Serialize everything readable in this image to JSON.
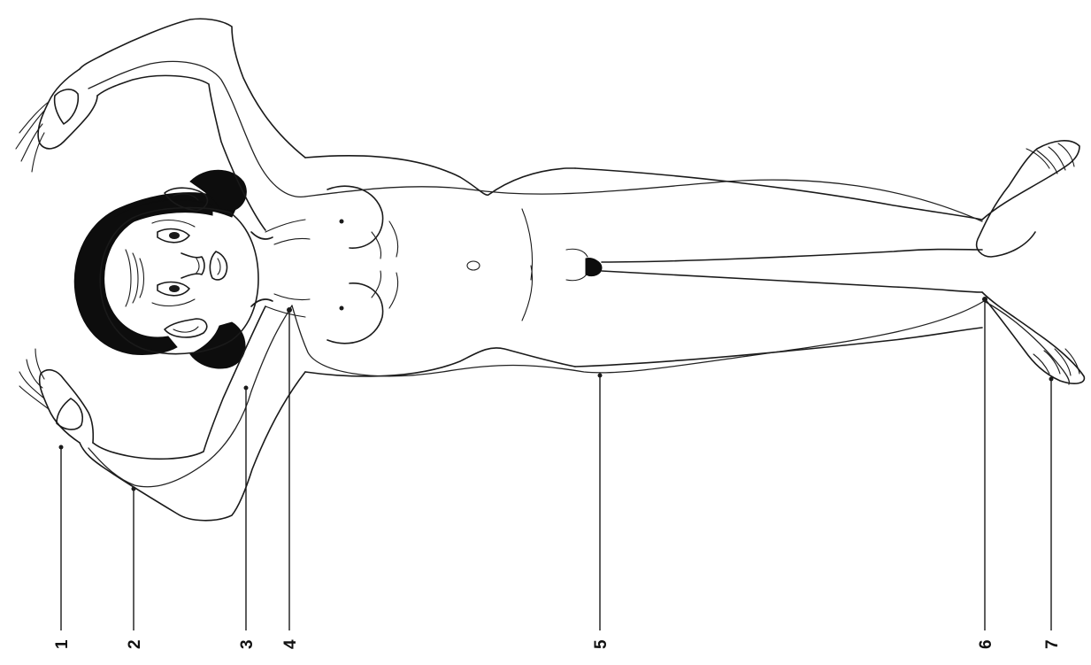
{
  "figure": {
    "points": [
      {
        "label": "1"
      },
      {
        "label": "2"
      },
      {
        "label": "3"
      },
      {
        "label": "4"
      },
      {
        "label": "5"
      },
      {
        "label": "6"
      },
      {
        "label": "7"
      }
    ]
  }
}
